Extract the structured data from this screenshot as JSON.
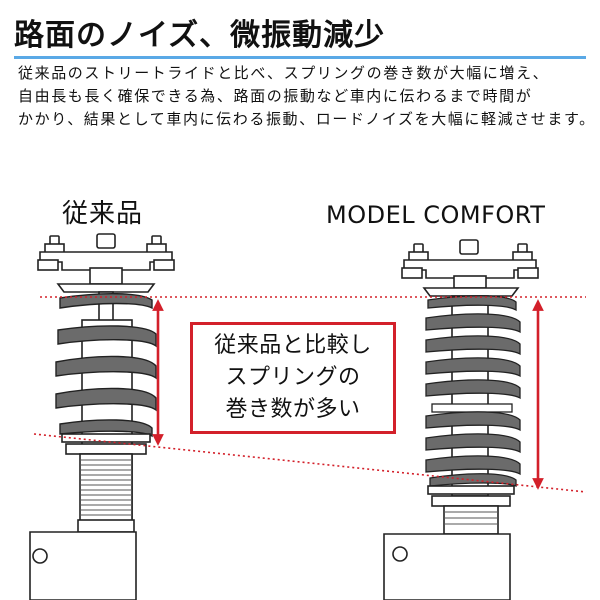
{
  "heading": "路面のノイズ、微振動減少",
  "description_lines": [
    "従来品のストリートライドと比べ、スプリングの巻き数が大幅に増え、",
    "自由長も長く確保できる為、路面の振動など車内に伝わるまで時間が",
    "かかり、結果として車内に伝わる振動、ロードノイズを大幅に軽減させます。"
  ],
  "labels": {
    "conventional": "従来品",
    "model_comfort": "MODEL COMFORT"
  },
  "callout_lines": [
    "従来品と比較し",
    "スプリングの",
    "巻き数が多い"
  ],
  "colors": {
    "accent_blue": "#5aa9e6",
    "marker_red": "#d3202a",
    "coil_gray": "#6b6b6b",
    "outline": "#222222"
  }
}
